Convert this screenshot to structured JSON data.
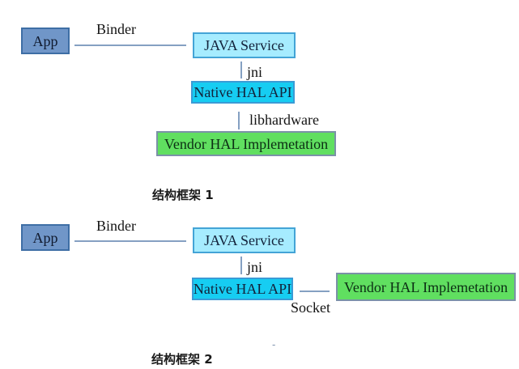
{
  "frames": [
    {
      "caption": "结构框架 1",
      "nodes": {
        "app": "App",
        "java_service": "JAVA Service",
        "native_hal": "Native HAL API",
        "vendor_hal": "Vendor HAL Implemetation"
      },
      "links": {
        "app_java": "Binder",
        "java_native": "jni",
        "native_vendor": "libhardware"
      }
    },
    {
      "caption": "结构框架 2",
      "nodes": {
        "app": "App",
        "java_service": "JAVA Service",
        "native_hal": "Native HAL API",
        "vendor_hal": "Vendor HAL Implemetation"
      },
      "links": {
        "app_java": "Binder",
        "java_native": "jni",
        "native_vendor": "Socket"
      }
    }
  ],
  "stray_mark": "-",
  "colors": {
    "app_fill": "#7096c8",
    "app_border": "#3e6ea5",
    "java_fill": "#a6ecff",
    "java_border": "#44a4d6",
    "native_fill": "#16cdf2",
    "native_border": "#3a9bd5",
    "vendor_fill": "#60df60",
    "vendor_border": "#7b91a8",
    "line": "#85a0c2"
  }
}
